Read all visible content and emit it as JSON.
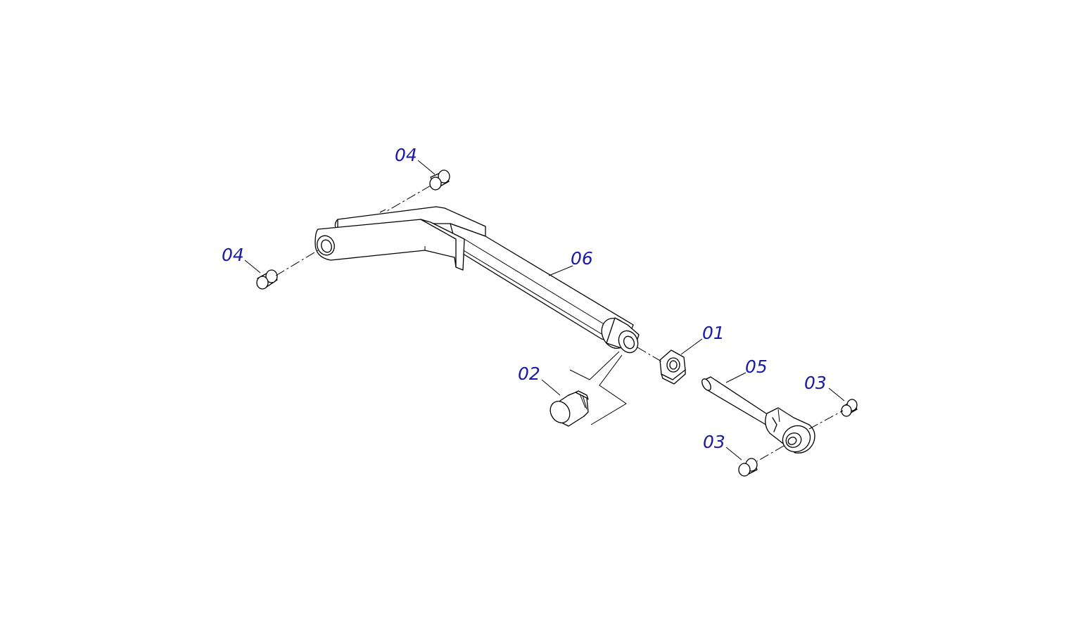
{
  "diagram": {
    "callouts": [
      {
        "id": "label-04-top",
        "text": "04"
      },
      {
        "id": "label-04-left",
        "text": "04"
      },
      {
        "id": "label-06",
        "text": "06"
      },
      {
        "id": "label-01",
        "text": "01"
      },
      {
        "id": "label-05",
        "text": "05"
      },
      {
        "id": "label-02",
        "text": "02"
      },
      {
        "id": "label-03-right",
        "text": "03"
      },
      {
        "id": "label-03-bottom",
        "text": "03"
      }
    ],
    "colors": {
      "callout_text": "#1a1aa6",
      "line_art": "#000000",
      "background": "#ffffff"
    }
  }
}
